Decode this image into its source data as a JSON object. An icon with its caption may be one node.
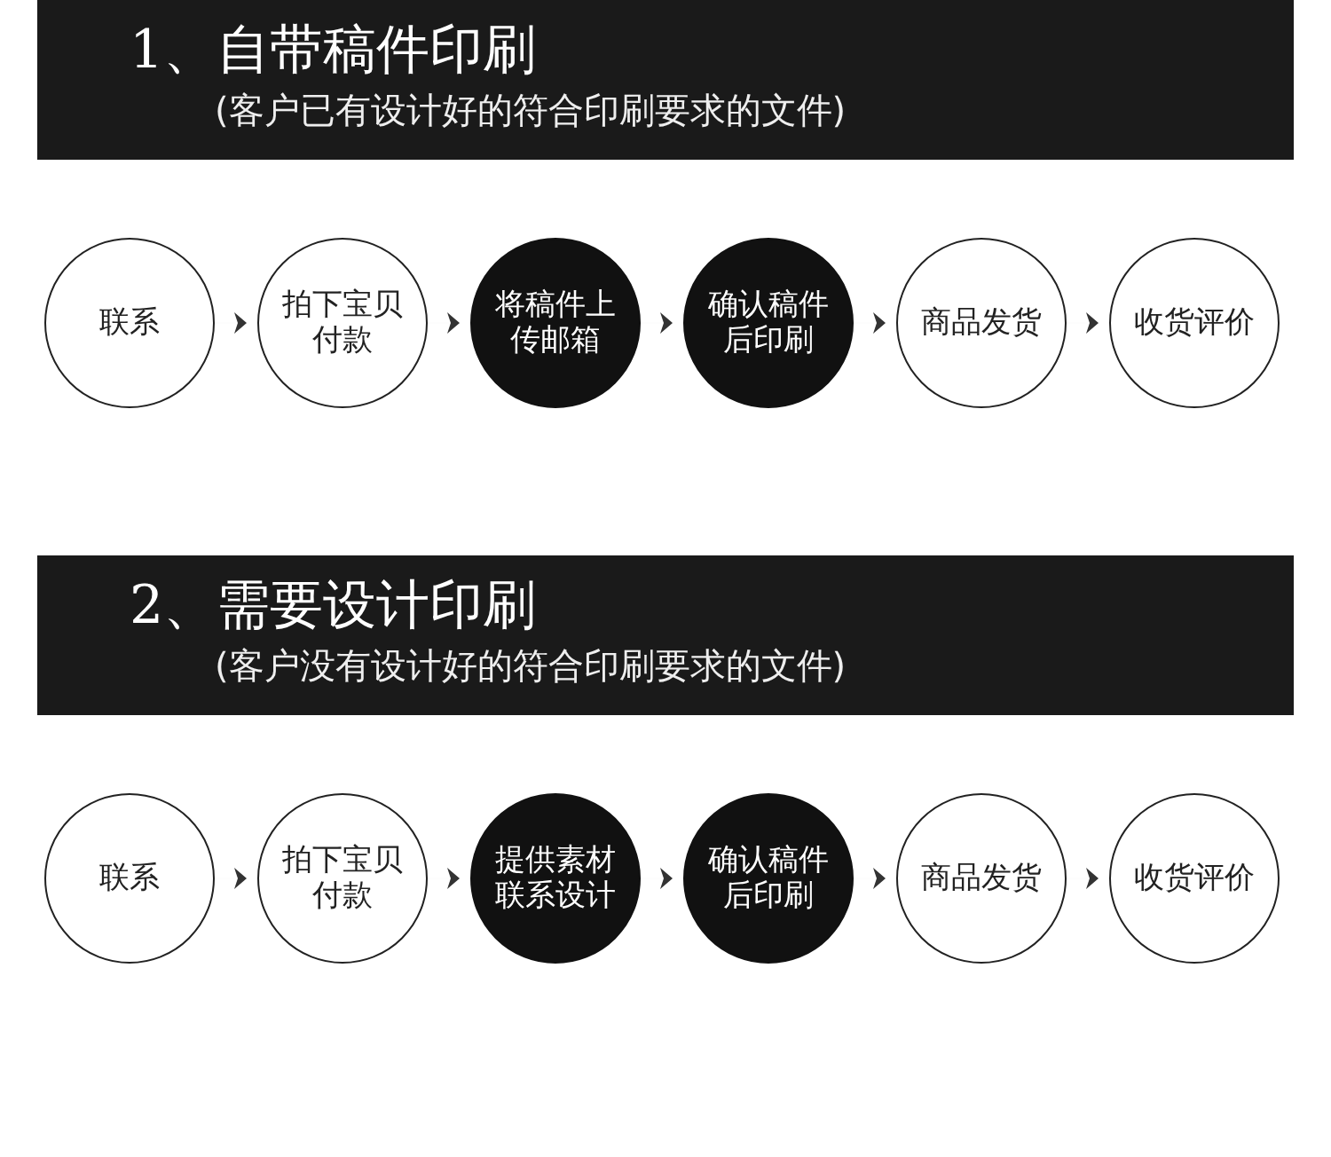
{
  "diagram": {
    "nodes": [
      {
        "text": [
          "1、自带稿件印刷",
          "(客户已有设计好的符合印刷要求的文件)"
        ]
      },
      {
        "text": [
          "联系"
        ]
      },
      {
        "text": [
          "拍下宝贝付款"
        ]
      },
      {
        "text": [
          "将稿件上传邮箱"
        ]
      },
      {
        "text": [
          "确认稿件后印刷"
        ]
      },
      {
        "text": [
          "商品发货"
        ]
      },
      {
        "text": [
          "收货评价"
        ]
      },
      {
        "text": [
          "2、需要设计印刷",
          "(客户没有设计好的符合印刷要求的文件)"
        ]
      },
      {
        "text": [
          "联系"
        ]
      },
      {
        "text": [
          "拍下宝贝付款"
        ]
      },
      {
        "text": [
          "提供素材联系设计"
        ]
      },
      {
        "text": [
          "确认稿件后印刷"
        ]
      },
      {
        "text": [
          "商品发货"
        ]
      },
      {
        "text": [
          "收货评价"
        ]
      }
    ],
    "edges": [
      {
        "from": 1,
        "to": 2,
        "arrow": "to"
      },
      {
        "from": 2,
        "to": 3,
        "arrow": "to"
      },
      {
        "from": 3,
        "to": 4,
        "arrow": "to"
      },
      {
        "from": 4,
        "to": 5,
        "arrow": "to"
      },
      {
        "from": 5,
        "to": 6,
        "arrow": "to"
      },
      {
        "from": 8,
        "to": 9,
        "arrow": "to"
      },
      {
        "from": 9,
        "to": 10,
        "arrow": "to"
      },
      {
        "from": 10,
        "to": 11,
        "arrow": "to"
      },
      {
        "from": 11,
        "to": 12,
        "arrow": "to"
      },
      {
        "from": 12,
        "to": 13,
        "arrow": "to"
      }
    ]
  }
}
